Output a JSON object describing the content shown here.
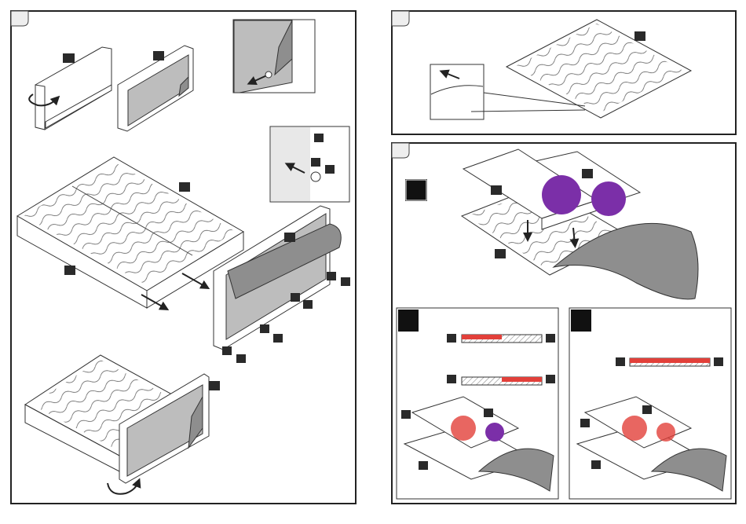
{
  "panels": [
    {
      "id": "assembly-headboard"
    },
    {
      "id": "topper-cover-zip"
    },
    {
      "id": "topper-placement",
      "subpanels": [
        {
          "id": "mixed-firmness"
        },
        {
          "id": "equal-firmness"
        }
      ]
    }
  ],
  "colors": {
    "outline": "#222222",
    "fabric": "#bdbdbd",
    "flap": "#8e8e8e",
    "firmness_highlight": "#e2403a",
    "label_purple": "#7b2fa8",
    "label_square": "#2a2a2a"
  }
}
